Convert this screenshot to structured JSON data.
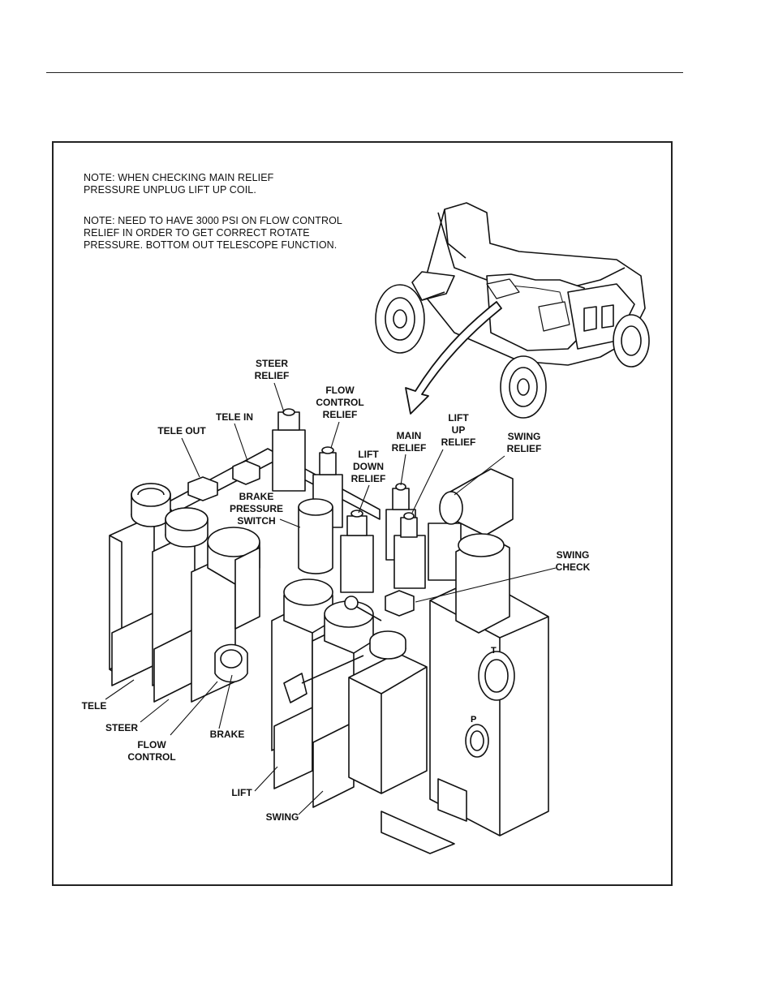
{
  "notes": [
    [
      "NOTE: WHEN CHECKING MAIN RELIEF",
      "PRESSURE UNPLUG LIFT UP COIL."
    ],
    [
      "NOTE: NEED TO HAVE 3000 PSI ON FLOW CONTROL",
      "RELIEF IN ORDER TO GET CORRECT ROTATE",
      "PRESSURE. BOTTOM OUT TELESCOPE FUNCTION."
    ]
  ],
  "labels": {
    "steer_relief": "STEER\nRELIEF",
    "flow_control_relief": "FLOW\nCONTROL\nRELIEF",
    "tele_in": "TELE IN",
    "tele_out": "TELE OUT",
    "main_relief": "MAIN\nRELIEF",
    "lift_up_relief": "LIFT\nUP\nRELIEF",
    "swing_relief": "SWING\nRELIEF",
    "lift_down_relief": "LIFT\nDOWN\nRELIEF",
    "brake_pressure_switch": "BRAKE\nPRESSURE\nSWITCH",
    "swing_check": "SWING\nCHECK",
    "tele": "TELE",
    "steer": "STEER",
    "flow_control": "FLOW\nCONTROL",
    "brake": "BRAKE",
    "lift": "LIFT",
    "swing": "SWING"
  },
  "port_marks": {
    "t": "T",
    "p": "P"
  }
}
